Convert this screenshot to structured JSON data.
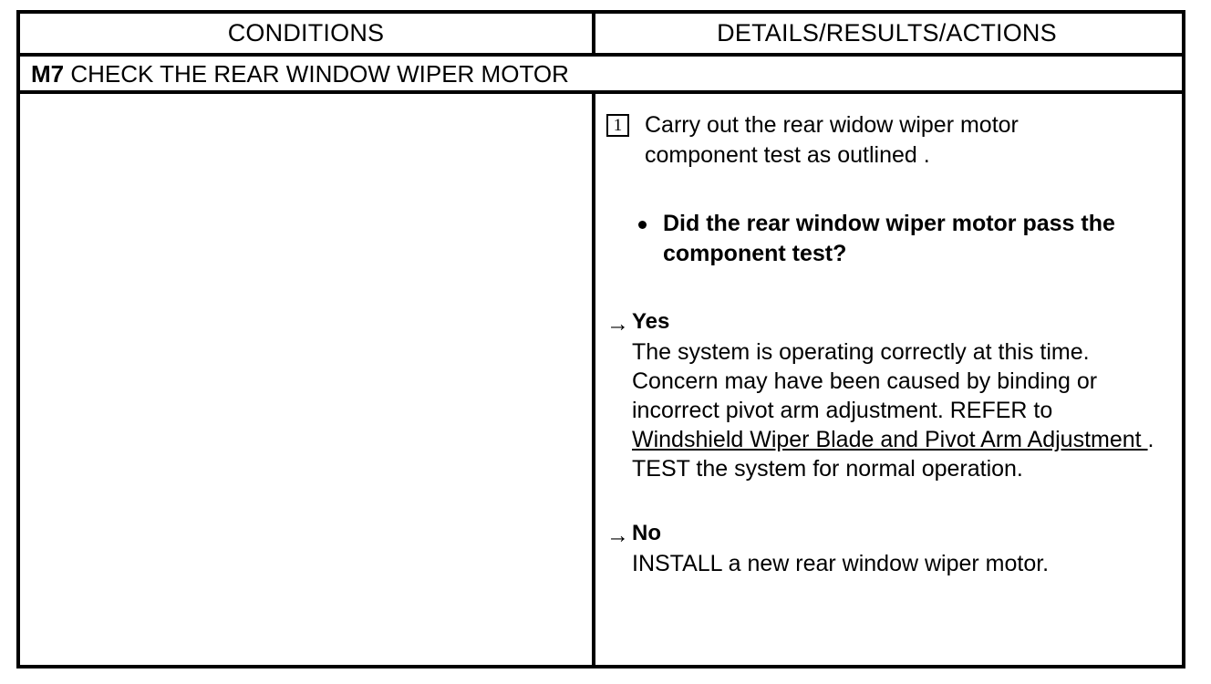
{
  "document": {
    "type": "diagnostic-procedure-table",
    "colors": {
      "border": "#000000",
      "background": "#ffffff",
      "text": "#000000"
    }
  },
  "table": {
    "headers": {
      "conditions": "CONDITIONS",
      "details": "DETAILS/RESULTS/ACTIONS"
    },
    "title_row": {
      "step_id": "M7",
      "title": "CHECK THE REAR WINDOW WIPER MOTOR"
    },
    "conditions_cell": {
      "content": ""
    },
    "details_cell": {
      "step": {
        "number": "1",
        "text": "Carry out the rear widow wiper motor component test as outlined ."
      },
      "question": {
        "bullet": "●",
        "text": "Did the rear window wiper motor pass the component test?"
      },
      "answers": [
        {
          "arrow": "→",
          "label": "Yes",
          "detail_before": "The system is operating correctly at this time. Concern may have been caused by binding or incorrect pivot arm adjustment. REFER to ",
          "detail_link": "Windshield Wiper Blade and Pivot Arm Adjustment ",
          "detail_after": ". TEST the system for normal operation."
        },
        {
          "arrow": "→",
          "label": "No",
          "detail_before": "INSTALL a new rear window wiper motor.",
          "detail_link": "",
          "detail_after": ""
        }
      ]
    }
  }
}
